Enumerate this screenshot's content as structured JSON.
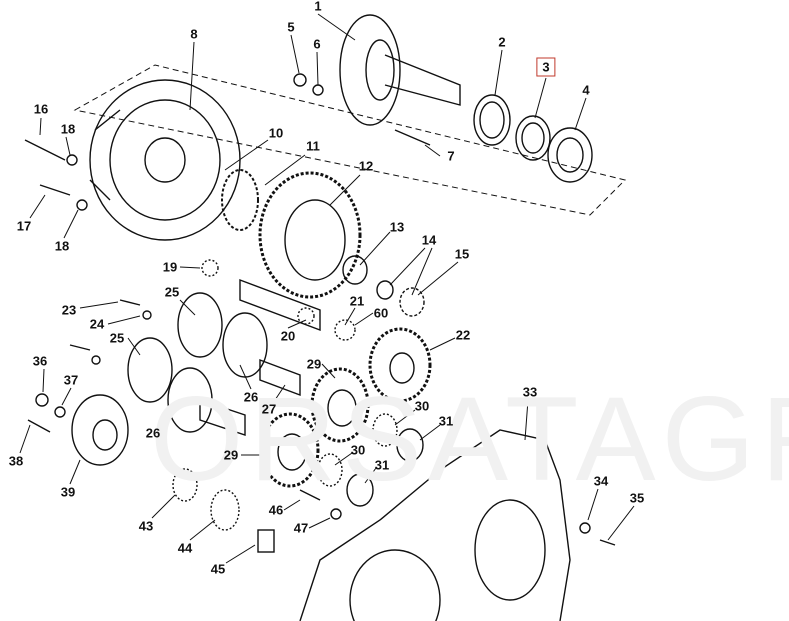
{
  "diagram": {
    "title": "Exploded parts diagram - final drive gearbox",
    "highlighted_part": "3",
    "highlight_color": "#c0392b",
    "labels": [
      "1",
      "2",
      "3",
      "4",
      "5",
      "6",
      "7",
      "8",
      "10",
      "11",
      "12",
      "13",
      "14",
      "15",
      "16",
      "17",
      "18",
      "18",
      "19",
      "20",
      "21",
      "22",
      "23",
      "24",
      "25",
      "25",
      "26",
      "26",
      "27",
      "29",
      "29",
      "30",
      "30",
      "31",
      "31",
      "33",
      "34",
      "35",
      "36",
      "37",
      "38",
      "39",
      "43",
      "44",
      "45",
      "46",
      "47",
      "60"
    ]
  }
}
